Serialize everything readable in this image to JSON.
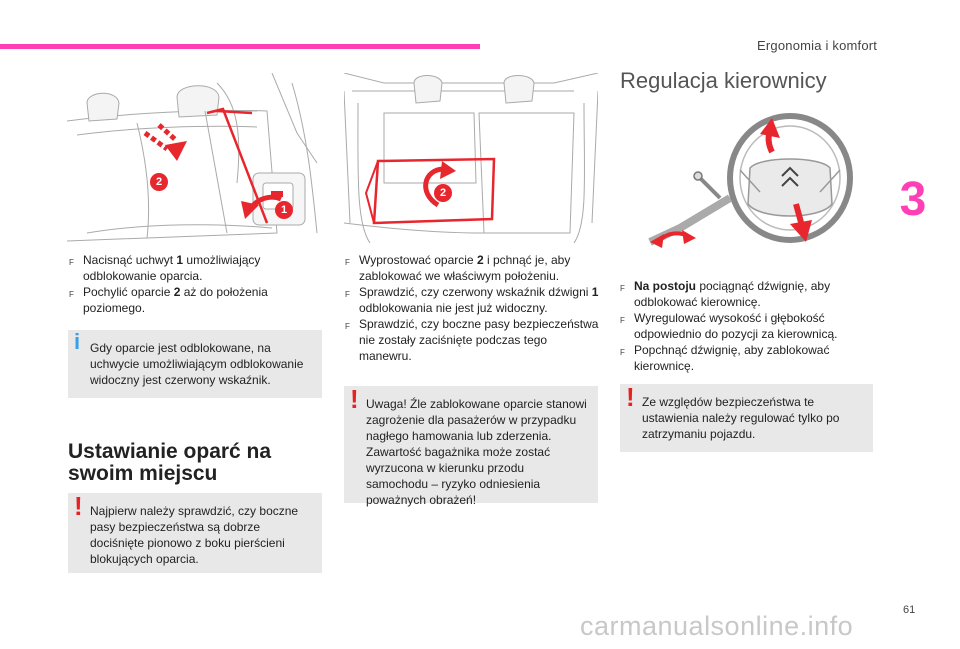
{
  "header": {
    "section": "Ergonomia i komfort"
  },
  "chapter": "3",
  "page_number": "61",
  "watermark": "carmanualsonline.info",
  "col1": {
    "callouts": [
      "2",
      "1"
    ],
    "steps": [
      {
        "pre": "Nacisnąć uchwyt ",
        "bold": "1",
        "post": " umożliwiający odblokowanie oparcia."
      },
      {
        "pre": "Pochylić oparcie ",
        "bold": "2",
        "post": " aż do położenia poziomego."
      }
    ],
    "info_note": "Gdy oparcie jest odblokowane, na uchwycie umożliwiającym odblokowanie widoczny jest czerwony wskaźnik.",
    "section_title": "Ustawianie oparć na swoim miejscu",
    "warning_note": "Najpierw należy sprawdzić, czy boczne pasy bezpieczeństwa są dobrze dociśnięte pionowo z boku pierścieni blokujących oparcia."
  },
  "col2": {
    "callouts": [
      "2"
    ],
    "steps": [
      {
        "pre": "Wyprostować oparcie ",
        "bold": "2",
        "post": " i pchnąć je, aby zablokować we właściwym położeniu."
      },
      {
        "pre": "Sprawdzić, czy czerwony wskaźnik dźwigni ",
        "bold": "1",
        "post": " odblokowania nie jest już widoczny."
      },
      {
        "pre": "Sprawdzić, czy boczne pasy bezpieczeństwa nie zostały zaciśnięte podczas tego manewru.",
        "bold": "",
        "post": ""
      }
    ],
    "warning_note": "Uwaga! Źle zablokowane oparcie stanowi zagrożenie dla pasażerów w przypadku nagłego hamowania lub zderzenia. Zawartość bagażnika może zostać wyrzucona w kierunku przodu samochodu – ryzyko odniesienia poważnych obrażeń!"
  },
  "col3": {
    "title": "Regulacja kierownicy",
    "steps": [
      {
        "pre": "",
        "bold": "Na postoju",
        "post": " pociągnąć dźwignię, aby odblokować kierownicę."
      },
      {
        "pre": "Wyregulować wysokość i głębokość odpowiednio do pozycji za kierownicą.",
        "bold": "",
        "post": ""
      },
      {
        "pre": "Popchnąć dźwignię, aby zablokować kierownicę.",
        "bold": "",
        "post": ""
      }
    ],
    "warning_note": "Ze względów bezpieczeństwa te ustawienia należy regulować tylko po zatrzymaniu pojazdu."
  },
  "symbols": {
    "bullet": "F",
    "info": "i",
    "warning": "!"
  },
  "colors": {
    "accent": "#ff3fb5",
    "callout": "#e8262e",
    "info": "#39a0e8",
    "warning": "#e82222",
    "note_bg": "#e8e8e8"
  }
}
